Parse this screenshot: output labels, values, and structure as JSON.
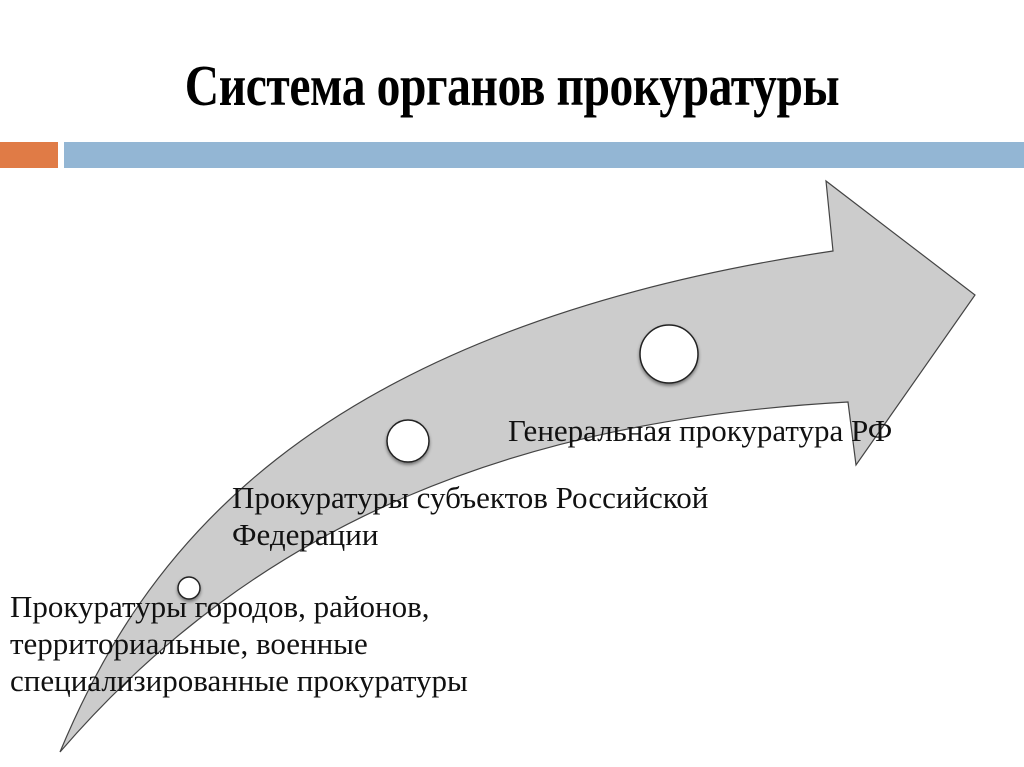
{
  "slide": {
    "title": "Система органов прокуратуры",
    "accent_colors": {
      "orange": "#e07b46",
      "blue": "#93b6d4",
      "arrow_fill": "#cccccc"
    }
  },
  "diagram": {
    "type": "curved-arrow-levels",
    "levels": [
      {
        "id": 1,
        "line1": "Прокуратуры городов, районов,",
        "line2": "территориальные, военные",
        "line3": "специализированные прокуратуры"
      },
      {
        "id": 2,
        "line1": "Прокуратуры субъектов Российской",
        "line2": "Федерации"
      },
      {
        "id": 3,
        "line1": "Генеральная прокуратура РФ"
      }
    ]
  }
}
